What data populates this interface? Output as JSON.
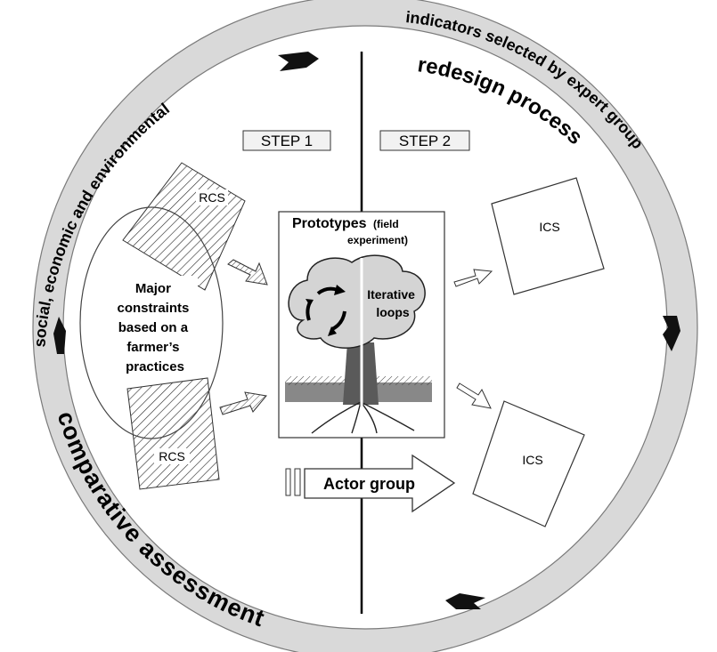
{
  "ring": {
    "top_left_text": "social, economic and environmental",
    "top_right_text": "indicators selected by expert group",
    "bottom_text": "comparative assessment",
    "inner_right_text": "redesign process"
  },
  "steps": {
    "step1": "STEP 1",
    "step2": "STEP 2"
  },
  "left": {
    "rcs_top": "RCS",
    "rcs_bottom": "RCS",
    "constraints_lines": [
      "Major",
      "constraints",
      "based on a",
      "farmer’s",
      "practices"
    ]
  },
  "prototype": {
    "title_main": "Prototypes",
    "title_paren_1": "(field",
    "title_paren_2": "experiment)",
    "loops_line1": "Iterative",
    "loops_line2": "loops"
  },
  "actor_group": "Actor group",
  "right": {
    "ics_top": "ICS",
    "ics_bottom": "ICS"
  }
}
